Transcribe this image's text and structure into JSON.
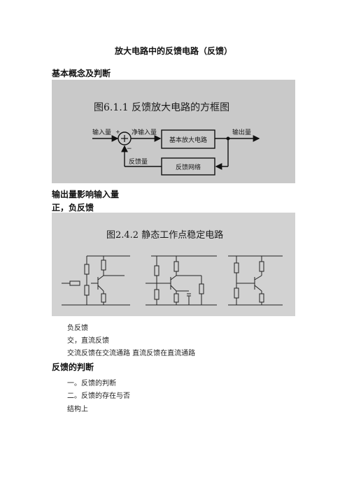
{
  "doc": {
    "title": "放大电路中的反馈电路（反馈）",
    "section1": "基本概念及判断",
    "line1": "输出量影响输入量",
    "line2": "正，负反馈",
    "section2": "反馈的判断",
    "para1": "负反馈",
    "para2": "交，直流反馈",
    "para3": "交流反馈在交流通路 直流反馈在直流通路",
    "para4": "一。反馈的判断",
    "para5": "二。反馈的存在与否",
    "para6": "结构上"
  },
  "figure1": {
    "caption": "图6.1.1 反馈放大电路的方框图",
    "input": "输入量",
    "net_input": "净输入量",
    "amp": "基本放大电路",
    "output": "输出量",
    "feedback": "反馈量",
    "network": "反馈网络",
    "sign_plus": "+",
    "sign_minus": "−"
  },
  "figure2": {
    "caption": "图2.4.2 静态工作点稳定电路"
  }
}
